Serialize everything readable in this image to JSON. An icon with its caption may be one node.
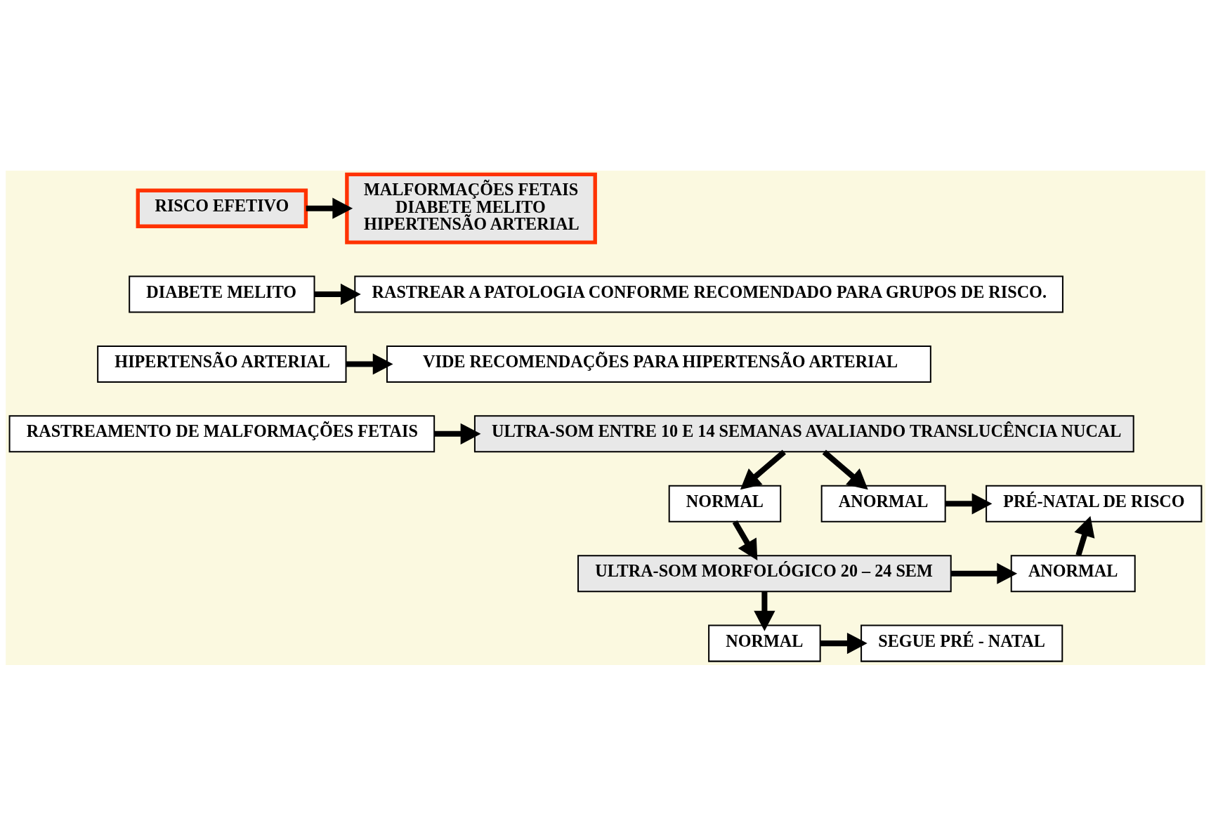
{
  "diagram": {
    "nodes": [
      {
        "text": [
          "RISCO EFETIVO"
        ]
      },
      {
        "text": [
          "MALFORMAÇÕES FETAIS",
          "DIABETE MELITO",
          "HIPERTENSÃO ARTERIAL"
        ]
      },
      {
        "text": [
          "DIABETE MELITO"
        ]
      },
      {
        "text": [
          "RASTREAR A PATOLOGIA CONFORME RECOMENDADO PARA GRUPOS DE RISCO."
        ]
      },
      {
        "text": [
          "HIPERTENSÃO ARTERIAL"
        ]
      },
      {
        "text": [
          "VIDE RECOMENDAÇÕES PARA HIPERTENSÃO ARTERIAL"
        ]
      },
      {
        "text": [
          "RASTREAMENTO DE MALFORMAÇÕES FETAIS"
        ]
      },
      {
        "text": [
          "ULTRA-SOM ENTRE 10 E 14 SEMANAS AVALIANDO TRANSLUCÊNCIA NUCAL"
        ]
      },
      {
        "text": [
          "NORMAL"
        ]
      },
      {
        "text": [
          "ANORMAL"
        ]
      },
      {
        "text": [
          "PRÉ-NATAL DE RISCO"
        ]
      },
      {
        "text": [
          "ULTRA-SOM MORFOLÓGICO 20 – 24 SEM"
        ]
      },
      {
        "text": [
          "ANORMAL"
        ]
      },
      {
        "text": [
          "NORMAL"
        ]
      },
      {
        "text": [
          "SEGUE PRÉ - NATAL"
        ]
      }
    ],
    "edges": [
      {
        "from": 0,
        "to": 1,
        "arrow": "to"
      },
      {
        "from": 2,
        "to": 3,
        "arrow": "to"
      },
      {
        "from": 4,
        "to": 5,
        "arrow": "to"
      },
      {
        "from": 6,
        "to": 7,
        "arrow": "to"
      },
      {
        "from": 7,
        "to": 8,
        "arrow": "to"
      },
      {
        "from": 7,
        "to": 9,
        "arrow": "to"
      },
      {
        "from": 9,
        "to": 10,
        "arrow": "to"
      },
      {
        "from": 8,
        "to": 11,
        "arrow": "to"
      },
      {
        "from": 11,
        "to": 12,
        "arrow": "to"
      },
      {
        "from": 12,
        "to": 10,
        "arrow": "to"
      },
      {
        "from": 11,
        "to": 13,
        "arrow": "to"
      },
      {
        "from": 13,
        "to": 14,
        "arrow": "to"
      }
    ]
  }
}
